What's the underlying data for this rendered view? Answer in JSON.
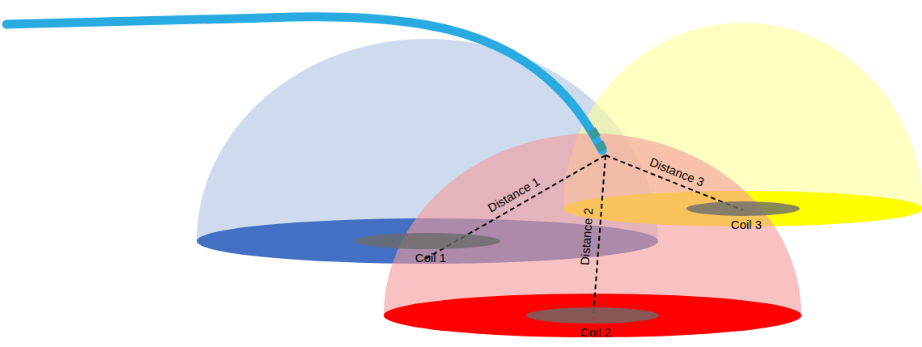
{
  "diagram": {
    "nodes": [
      {
        "text": [
          "Coil 1"
        ]
      },
      {
        "text": [
          "Coil 2"
        ]
      },
      {
        "text": [
          "Coil 3"
        ]
      }
    ],
    "labels": [
      "Distance 1",
      "Distance 2",
      "Distance 3"
    ]
  }
}
